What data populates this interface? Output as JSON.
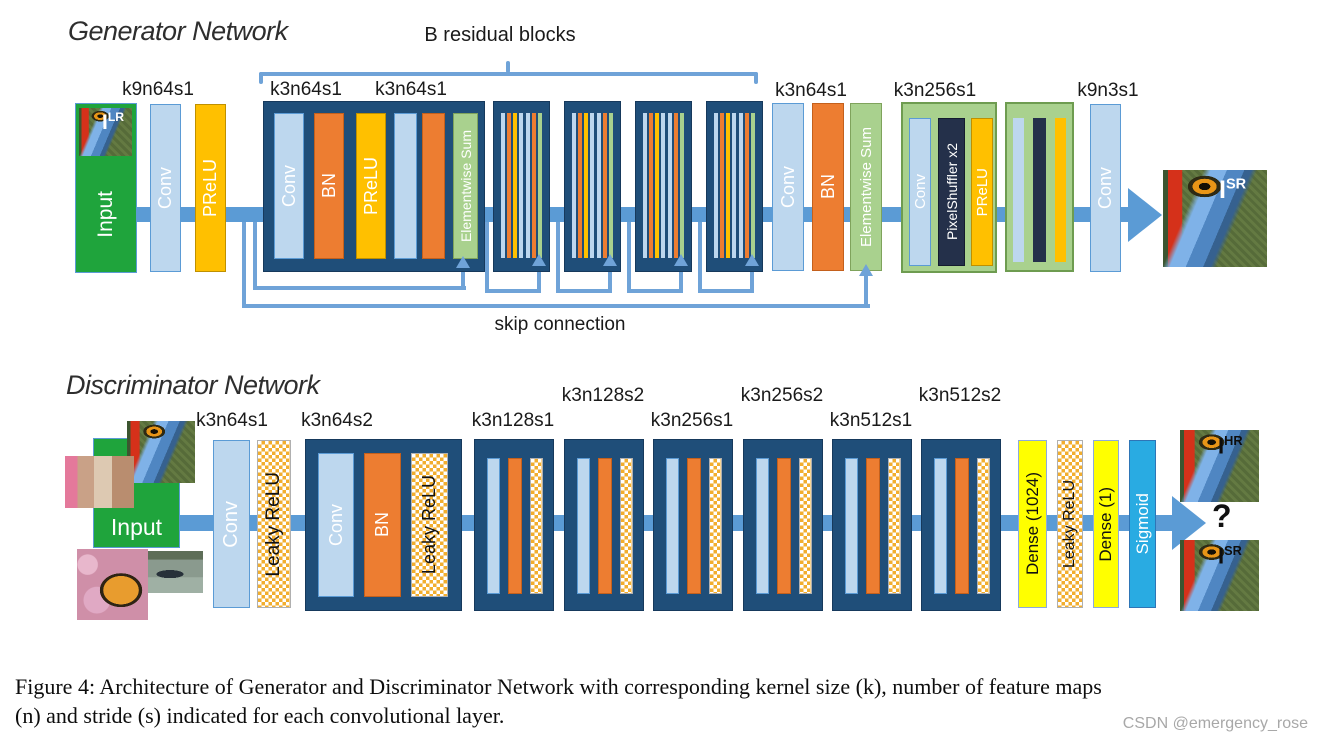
{
  "colors": {
    "navy": "#1F4E79",
    "conv": "#BDD7EE",
    "bn": "#ED7D31",
    "prelu": "#FFC000",
    "sum": "#A9D18E",
    "ps": "#24304A",
    "pipe": "#5B9BD5",
    "skip_line": "#6FA3D8",
    "input_green": "#1FA43C",
    "dense_yellow": "#FFFF00",
    "sigmoid_blue": "#29ABE2",
    "checker_orange": "#F2AE2E"
  },
  "generator": {
    "title": "Generator Network",
    "bracket_label": "B residual blocks",
    "skip_label": "skip connection",
    "kernel_labels": [
      "k9n64s1",
      "k3n64s1",
      "k3n64s1",
      "k3n64s1",
      "k3n256s1",
      "k9n3s1"
    ],
    "input_label": "Input",
    "conv_label": "Conv",
    "bn_label": "BN",
    "prelu_label": "PReLU",
    "sum_label": "Elementwise Sum",
    "pixelshuffler_label": "PixelShuffler x2",
    "io": {
      "symbol": "I",
      "lr": "LR",
      "sr": "SR"
    },
    "residual_stripes": [
      "conv",
      "bn",
      "prelu",
      "conv",
      "conv",
      "bn",
      "sum"
    ],
    "upsample_stripes": [
      "conv",
      "ps",
      "prelu"
    ]
  },
  "discriminator": {
    "title": "Discriminator Network",
    "kernel_labels": [
      "k3n64s1",
      "k3n64s2",
      "k3n128s1",
      "k3n128s2",
      "k3n256s1",
      "k3n256s2",
      "k3n512s1",
      "k3n512s2"
    ],
    "input_label": "Input",
    "conv_label": "Conv",
    "bn_label": "BN",
    "leaky_label": "Leaky ReLU",
    "dense_1024_label": "Dense (1024)",
    "dense_1_label": "Dense (1)",
    "sigmoid_label": "Sigmoid",
    "question_label": "?",
    "io": {
      "symbol": "I",
      "hr": "HR",
      "sr": "SR"
    }
  },
  "caption": {
    "line1": "Figure 4: Architecture of Generator and Discriminator Network with corresponding kernel size (k), number of feature maps",
    "line2": "(n) and stride (s) indicated for each convolutional layer."
  },
  "watermark": "CSDN @emergency_rose"
}
